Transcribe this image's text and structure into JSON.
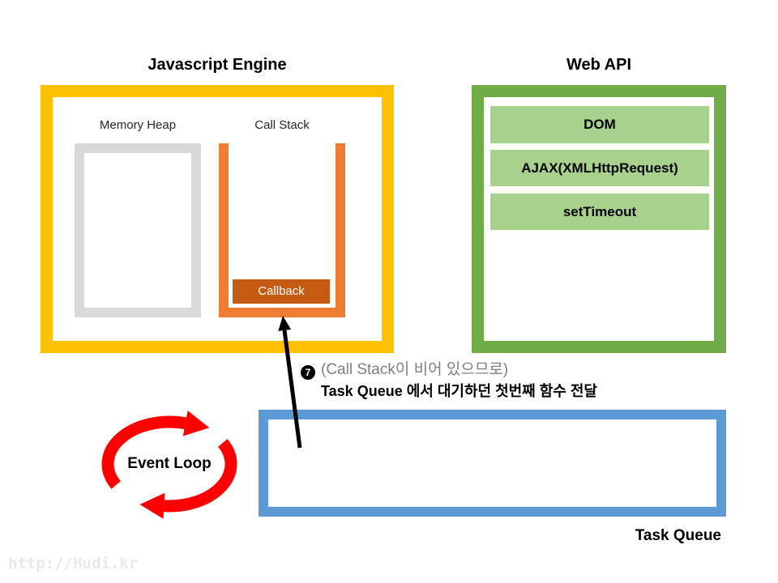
{
  "javascript_engine": {
    "title": "Javascript Engine",
    "memory_heap_label": "Memory Heap",
    "call_stack_label": "Call Stack",
    "call_stack_items": [
      "Callback"
    ]
  },
  "web_api": {
    "title": "Web API",
    "items": [
      "DOM",
      "AJAX(XMLHttpRequest)",
      "setTimeout"
    ]
  },
  "step": {
    "number": "7",
    "note": "(Call Stack이 비어 있으므로)",
    "description": "Task Queue 에서 대기하던 첫번째 함수 전달"
  },
  "task_queue": {
    "label": "Task Queue"
  },
  "event_loop": {
    "label": "Event Loop"
  },
  "watermark": "http://Hudi.kr",
  "colors": {
    "engine_border": "#FFC000",
    "memory_heap_border": "#D9D9D9",
    "call_stack_border": "#ED7D31",
    "callback_fill": "#C55A11",
    "web_api_border": "#70AD47",
    "web_api_item_fill": "#A9D18E",
    "task_queue_border": "#5B9BD5",
    "event_loop_arrow": "#FF0000",
    "note_text": "#7F7F7F",
    "arrow": "#000000",
    "watermark": "#E8E8E8"
  }
}
